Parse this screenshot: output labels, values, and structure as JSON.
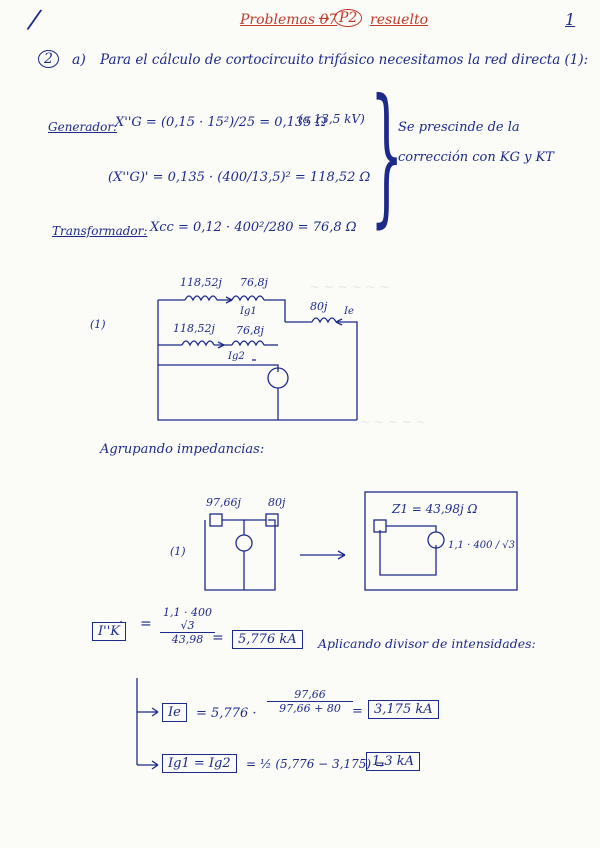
{
  "header": {
    "title": "Problemas 07",
    "tag": "P2",
    "resuelto": "resuelto",
    "page_number": "1"
  },
  "problem": {
    "number": "2",
    "part": "a)",
    "statement": "Para el cálculo de cortocircuito trifásico necesitamos la red directa (1):"
  },
  "generator": {
    "label": "Generador:",
    "line1": "X''G = (0,15 · 15²)/25 = 0,135 Ω",
    "line1_note": "(a 13,5 kV)",
    "line2": "(X''G)' = 0,135 · (400/13,5)² = 118,52 Ω"
  },
  "transformer": {
    "label": "Transformador:",
    "line": "Xcc = 0,12 · 400²/280 = 76,8 Ω"
  },
  "side_note": {
    "line1": "Se prescinde de la",
    "line2": "corrección con KG y KT"
  },
  "circuit1": {
    "tag": "(1)",
    "z1": "118,52j",
    "z2": "76,8j",
    "z3": "118,52j",
    "z4": "76,8j",
    "z5": "80j",
    "ig1": "Ig1",
    "ig2": "Ig2",
    "ie": "Ie"
  },
  "grouping": {
    "heading": "Agrupando impedancias:",
    "tag": "(1)",
    "za": "97,66j",
    "zb": "80j",
    "z_eq": "Z1 = 43,98j Ω",
    "source": "1,1 · 400 / √3"
  },
  "result_ik": {
    "lhs": "I''K",
    "num": "1,1 · 400",
    "num2": "√3",
    "den": "43,98",
    "value": "5,776 kA",
    "note": "Aplicando divisor de intensidades:"
  },
  "result_ie": {
    "lhs": "Ie",
    "expr": "= 5,776 ·",
    "num": "97,66",
    "den": "97,66 + 80",
    "value": "3,175 kA"
  },
  "result_ig": {
    "lhs": "Ig1 = Ig2",
    "expr": "= ½ (5,776 − 3,175) =",
    "value": "1,3 kA"
  },
  "colors": {
    "ink": "#1e2a8a",
    "red": "#c0392b",
    "paper": "#fbfbf7"
  }
}
